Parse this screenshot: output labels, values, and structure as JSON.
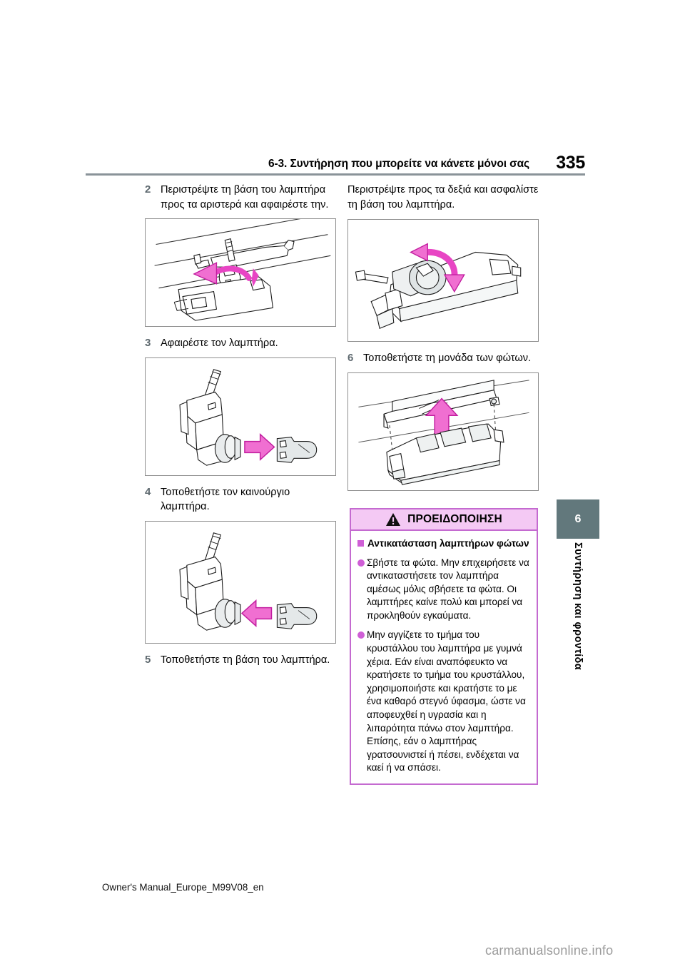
{
  "header": {
    "title": "6-3. Συντήρηση που μπορείτε να κάνετε μόνοι σας",
    "page_number": "335"
  },
  "left_column": {
    "steps": [
      {
        "num": "2",
        "text": "Περιστρέψτε τη βάση του λαμπτήρα προς τα αριστερά και αφαιρέστε την."
      },
      {
        "num": "3",
        "text": "Αφαιρέστε τον λαμπτήρα."
      },
      {
        "num": "4",
        "text": "Τοποθετήστε τον καινούργιο λαμπτήρα."
      },
      {
        "num": "5",
        "text": "Τοποθετήστε τη βάση του λαμπτήρα."
      }
    ],
    "figures": [
      {
        "name": "bulb-base-rotate-left-illustration"
      },
      {
        "name": "bulb-removal-illustration"
      },
      {
        "name": "bulb-insertion-illustration"
      }
    ]
  },
  "right_column": {
    "intro_paragraph": "Περιστρέψτε προς τα δεξιά και ασφαλίστε τη βάση του λαμπτήρα.",
    "steps": [
      {
        "num": "6",
        "text": "Τοποθετήστε τη μονάδα των φώτων."
      }
    ],
    "figures": [
      {
        "name": "bulb-base-rotate-right-illustration"
      },
      {
        "name": "light-unit-install-illustration"
      }
    ]
  },
  "warning": {
    "heading": "ΠΡΟΕΙΔΟΠΟΙΗΣΗ",
    "icon": "warning-triangle-icon",
    "subheading": "Αντικατάσταση λαμπτήρων φώτων",
    "items": [
      "Σβήστε τα φώτα. Μην επιχειρήσετε να αντικαταστήσετε τον λαμπτήρα αμέσως μόλις σβήσετε τα φώτα. Οι λαμπτήρες καίνε πολύ και μπορεί να προκληθούν εγκαύματα.",
      "Μην αγγίζετε το τμήμα του κρυστάλλου του λαμπτήρα με γυμνά χέρια. Εάν είναι αναπόφευκτο να κρατήσετε το τμήμα του κρυστάλλου, χρησιμοποιήστε και κρατήστε το με ένα καθαρό στεγνό ύφασμα, ώστε να αποφευχθεί η υγρασία και η λιπαρότητα πάνω στον λαμπτήρα. Επίσης, εάν ο λαμπτήρας γρατσουνιστεί ή πέσει, ενδέχεται να καεί ή να σπάσει."
    ],
    "border_color": "#c46ad0",
    "header_bg": "#f4c9f4",
    "bullet_color": "#cf5fd6"
  },
  "side_tab": {
    "number": "6",
    "label": "Συντήρηση και φροντίδα",
    "bg_color": "#62787c"
  },
  "footer": {
    "file_label": "Owner's Manual_Europe_M99V08_en",
    "watermark": "carmanualsonline.info"
  }
}
